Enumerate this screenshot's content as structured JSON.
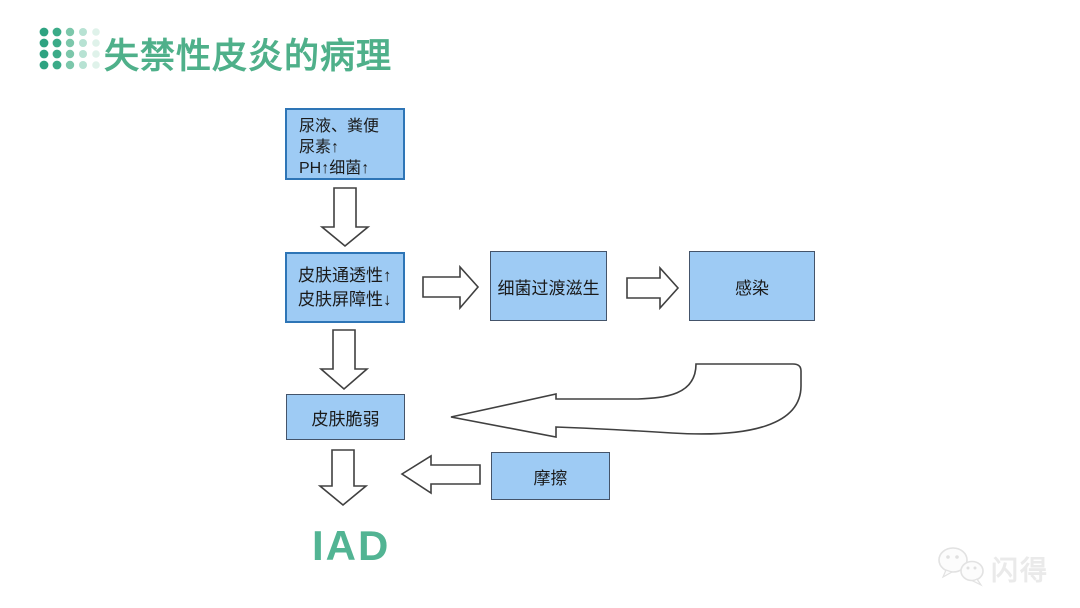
{
  "slide": {
    "title": "失禁性皮炎的病理",
    "result": "IAD"
  },
  "theme": {
    "background": "#ffffff",
    "title_green": "#4fb08a",
    "result_green": "#52b493",
    "box_fill": "#9ecbf4",
    "box_border_blue": "#2e75b6",
    "box_border_dark": "#44546a",
    "arrow_outline": "#404040",
    "dots_greens": [
      "#2ea381",
      "#3bab88",
      "#7cc7ab",
      "#b7e2d3",
      "#dff2ea"
    ]
  },
  "flowchart": {
    "node_source": {
      "line1": "尿液、粪便",
      "line2": "尿素↑",
      "line3": "PH↑细菌↑"
    },
    "node_skin": {
      "line1": "皮肤通透性↑",
      "line2": "皮肤屏障性↓"
    },
    "node_bacteria": {
      "label": "细菌过渡滋生"
    },
    "node_infection": {
      "label": "感染"
    },
    "node_fragile": {
      "label": "皮肤脆弱"
    },
    "node_friction": {
      "label": "摩擦"
    }
  },
  "watermark": {
    "text": "闪得"
  }
}
